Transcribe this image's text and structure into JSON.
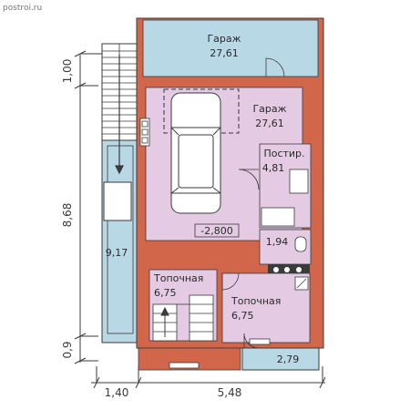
{
  "watermark": "postroi.ru",
  "colors": {
    "wall": "#d2664a",
    "garage_floor": "#b9d8e6",
    "room_floor": "#e4cbe3",
    "stair_well": "#b9d8e6",
    "outline": "#3a3a3a"
  },
  "rooms": {
    "garage_outer": {
      "name": "Гараж",
      "area": "27,61"
    },
    "garage_inner": {
      "name": "Гараж",
      "area": "27,61"
    },
    "storage": {
      "name": "Постир.",
      "area": "4,81"
    },
    "bath": {
      "area": "1,94"
    },
    "boiler_left": {
      "name": "Топочная",
      "area": "6,75"
    },
    "boiler_right": {
      "name": "Топочная",
      "area": "6,75"
    },
    "side_terrace": {
      "area": "9,17"
    },
    "porch": {
      "area": "2,79"
    }
  },
  "level_mark": "-2,800",
  "dimensions": {
    "vertical": [
      "1,00",
      "8,68",
      "0,9"
    ],
    "horizontal": [
      "1,40",
      "5,48"
    ]
  },
  "icons": [
    "car-icon",
    "stair-arrow-icon",
    "door-swing-icon",
    "toilet-icon",
    "boiler-icon"
  ]
}
